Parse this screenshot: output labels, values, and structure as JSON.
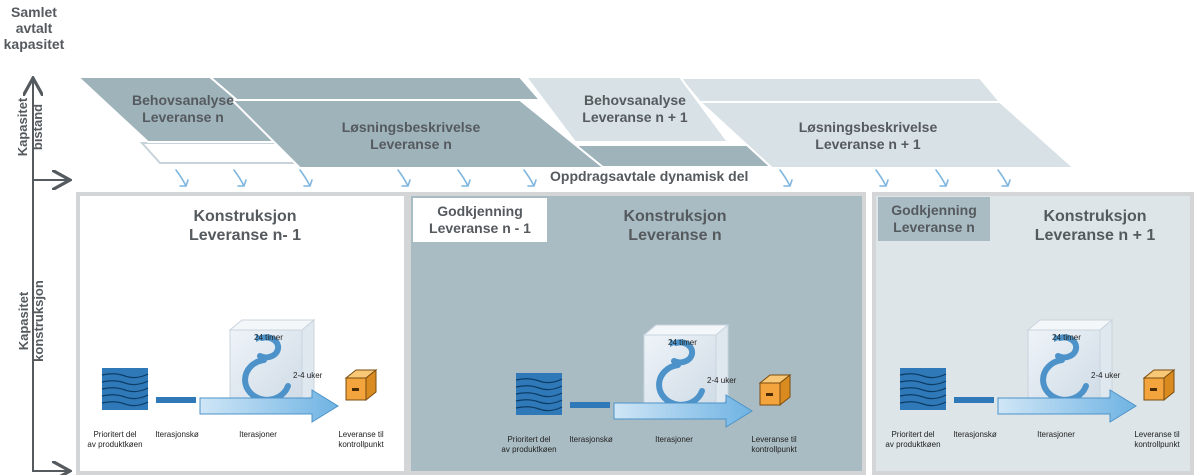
{
  "axis": {
    "total_capacity": "Samlet\navtalt\nkapasitet",
    "capacity_assistance": "Kapasitet\nbistand",
    "capacity_construction": "Kapasitet\nkonstruksjon"
  },
  "analysis": {
    "behov_n": "Behovsanalyse\nLeveranse n",
    "losning_n": "Løsningsbeskrivelse\nLeveranse n",
    "behov_n1": "Behovsanalyse\nLeveranse n + 1",
    "losning_n1": "Løsningsbeskrivelse\nLeveranse n + 1",
    "dynamic_label": "Oppdragsavtale dynamisk del"
  },
  "phases": [
    {
      "title": "Konstruksjon\nLeveranse n- 1",
      "approval": ""
    },
    {
      "title": "Konstruksjon\nLeveranse n",
      "approval": "Godkjenning\nLeveranse n - 1"
    },
    {
      "title": "Konstruksjon\nLeveranse n + 1",
      "approval": "Godkjenning\nLeveranse n"
    }
  ],
  "process": {
    "backlog": "Prioritert del\nav produktkøen",
    "queue": "Iterasjonskø",
    "iterations": "Iterasjoner",
    "delivery": "Leveranse til\nkontrollpunkt",
    "hours": "24 timer",
    "weeks": "2-4 uker"
  },
  "colors": {
    "dark_fill": "#9fb3bb",
    "light_fill": "#d8e1e5",
    "phase_mid": "#a9bcc3",
    "phase_light": "#dde5e8",
    "text": "#555a5e",
    "arrow_blue": "#7fb6df",
    "box_orange": "#f3a43c"
  }
}
